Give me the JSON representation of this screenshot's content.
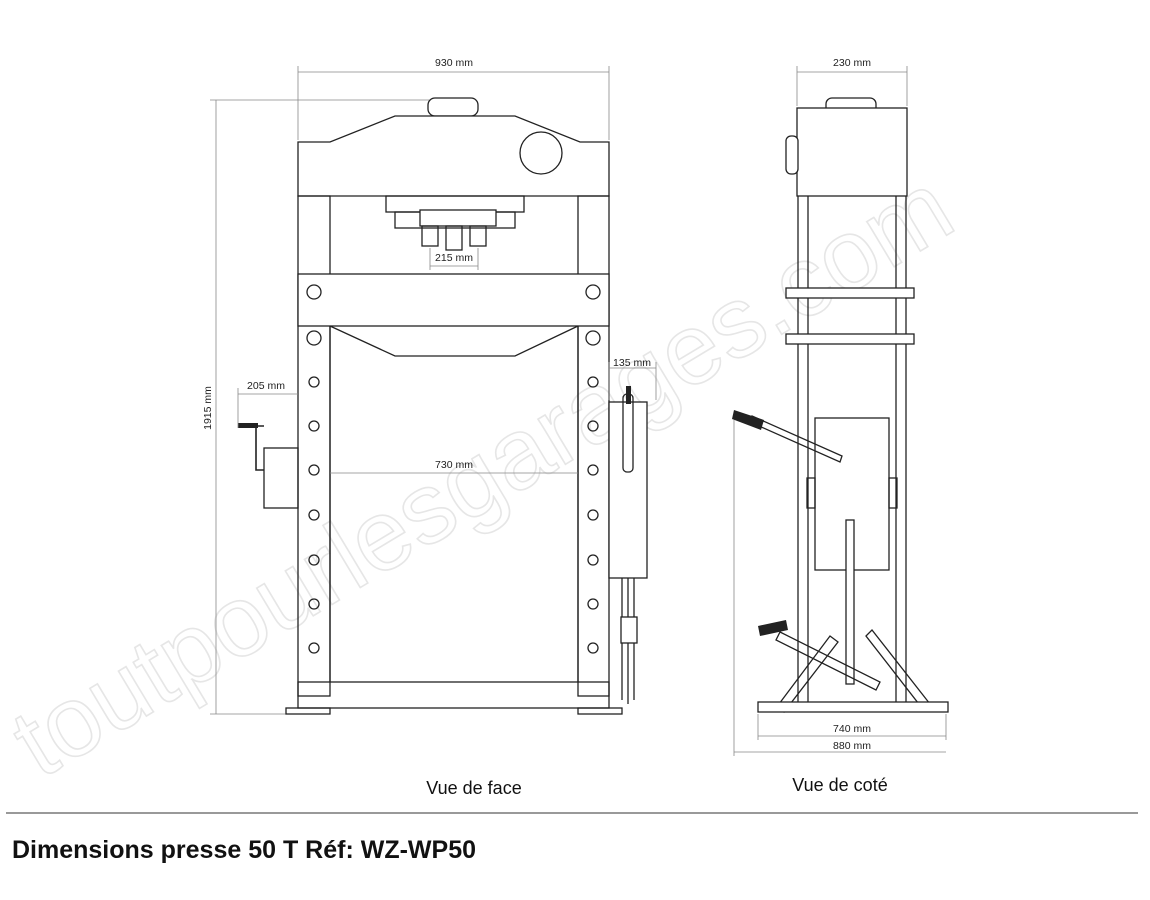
{
  "watermark": "toutpourlesgarages.com",
  "views": {
    "front": "Vue de face",
    "side": "Vue de coté"
  },
  "dimensions": {
    "front_width": "930 mm",
    "front_height": "1915 mm",
    "ram_width": "215 mm",
    "handle_reach": "205 mm",
    "inner_width": "730 mm",
    "pump_width": "135 mm",
    "side_top_width": "230 mm",
    "side_inner_base": "740 mm",
    "side_base": "880 mm"
  },
  "caption": "Dimensions presse 50 T Réf: WZ-WP50"
}
